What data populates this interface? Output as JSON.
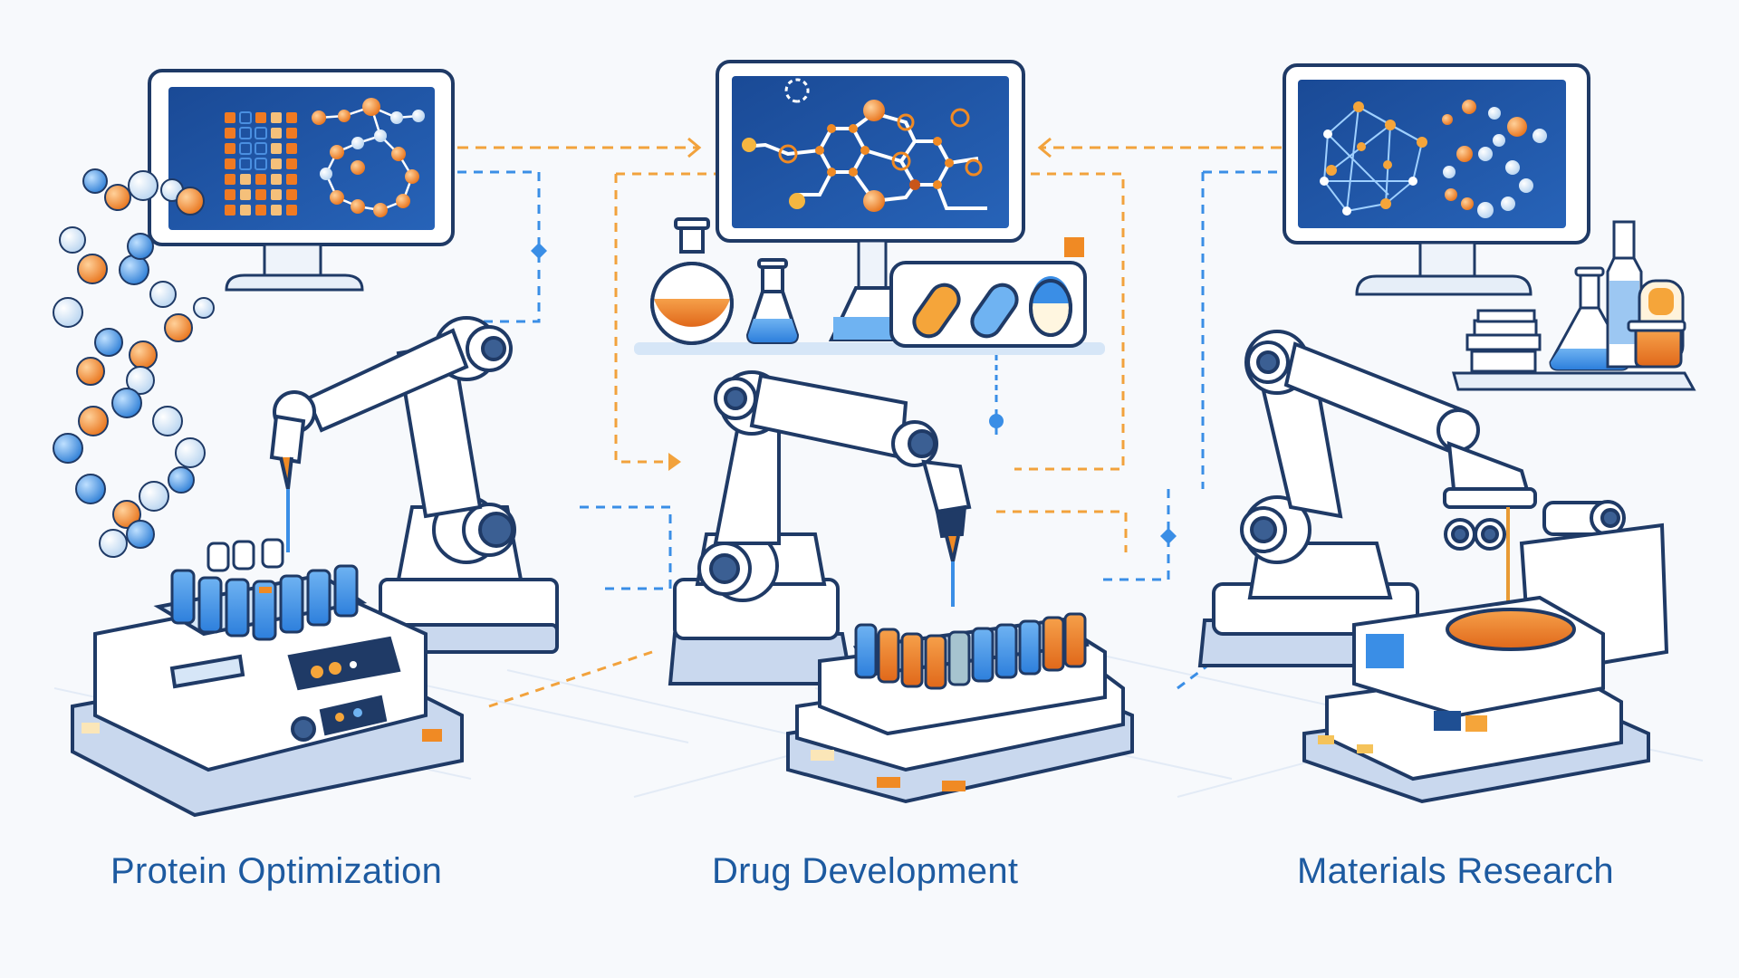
{
  "illustration": {
    "theme": "Robotic lab automation workflow",
    "colors": {
      "background": "#f7f9fc",
      "outline": "#1f3a66",
      "screen": "#1e4f9e",
      "accent_orange": "#f08a24",
      "accent_blue": "#3a8ee6",
      "light_blue": "#d6e6f7",
      "caption": "#1d5aa0",
      "machine_white": "#ffffff",
      "machine_shade": "#c9d8ee"
    },
    "stations": [
      {
        "id": "protein",
        "label": "Protein Optimization",
        "monitor_content": "heatmap grid + protein chain",
        "equipment": "test-tube rack instrument with control panel",
        "decoration": "DNA / molecular helix"
      },
      {
        "id": "drug",
        "label": "Drug Development",
        "monitor_content": "molecular structure diagram",
        "equipment": "multi-color sample tube rack",
        "shelf_items": [
          "round-bottom flask (orange)",
          "erlenmeyer flask (blue)",
          "orange capsule",
          "blue capsule",
          "white/blue capsule"
        ]
      },
      {
        "id": "materials",
        "label": "Materials Research",
        "monitor_content": "crystal lattice + molecular ring",
        "equipment": "deposition printer with orange sample disc",
        "shelf_items": [
          "stack of books",
          "erlenmeyer flask (blue)",
          "bottle",
          "orange sample jar"
        ]
      }
    ],
    "connectors": [
      {
        "from": "protein",
        "to": "drug",
        "style": "dashed-orange-arrow"
      },
      {
        "from": "materials",
        "to": "drug",
        "style": "dashed-orange-arrow"
      },
      {
        "from": "protein",
        "to": "drug",
        "style": "dashed-blue-line"
      },
      {
        "from": "drug",
        "to": "materials",
        "style": "dashed-blue-line"
      }
    ]
  }
}
